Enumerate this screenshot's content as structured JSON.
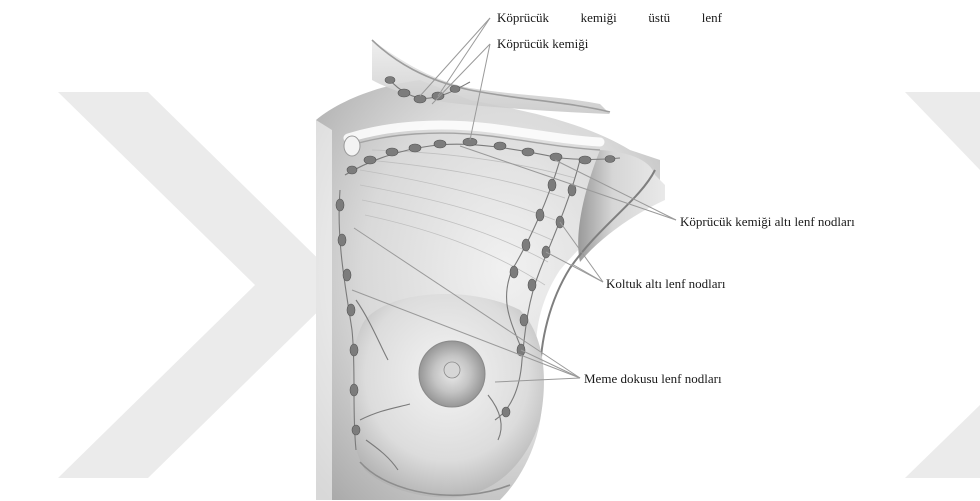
{
  "labels": {
    "supraclavicular": [
      "Köprücük",
      "kemiği",
      "üstü",
      "lenf"
    ],
    "clavicle": "Köprücük kemiği",
    "infraclavicular": "Köprücük kemiği altı lenf nodları",
    "axillary": "Koltuk altı lenf nodları",
    "breast_tissue": "Meme dokusu lenf nodları"
  },
  "colors": {
    "watermark": "#ebebeb",
    "skin_light": "#e2e2e2",
    "skin_mid": "#b5b5b5",
    "skin_dark": "#8a8a8a",
    "node": "#7c7c7c",
    "leader_line": "#9a9a9a",
    "text": "#1a1a1a"
  }
}
